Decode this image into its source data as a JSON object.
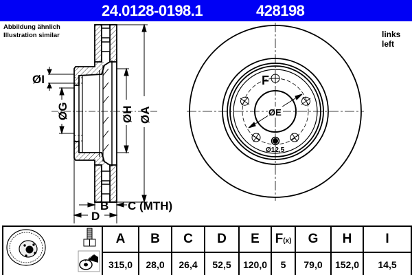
{
  "header": {
    "part_number": "24.0128-0198.1",
    "reference_number": "428198",
    "background_color": "#0000f5",
    "text_color": "#ffffff"
  },
  "note": {
    "line1": "Abbildung ähnlich",
    "line2": "Illustration similar"
  },
  "side": {
    "line1": "links",
    "line2": "left"
  },
  "drawing": {
    "side_view_labels": {
      "diameter_I": "ØI",
      "diameter_G": "ØG",
      "diameter_H": "ØH",
      "diameter_A": "ØA",
      "width_B": "B",
      "thickness_C": "C (MTH)",
      "depth_D": "D"
    },
    "front_view_labels": {
      "bolt_count": "F",
      "bolt_circle": "ØE",
      "hole_diameter": "Ø12,5"
    }
  },
  "spec_table": {
    "icons": [
      "brake-disc-icon",
      "bolt-icon",
      "spray-icon"
    ],
    "columns": [
      {
        "key": "A",
        "label": "A",
        "value": "315,0"
      },
      {
        "key": "B",
        "label": "B",
        "value": "28,0"
      },
      {
        "key": "C",
        "label": "C",
        "value": "26,4"
      },
      {
        "key": "D",
        "label": "D",
        "value": "52,5"
      },
      {
        "key": "E",
        "label": "E",
        "value": "120,0"
      },
      {
        "key": "F",
        "label": "F",
        "label_suffix": "(x)",
        "value": "5"
      },
      {
        "key": "G",
        "label": "G",
        "value": "79,0"
      },
      {
        "key": "H",
        "label": "H",
        "value": "152,0"
      },
      {
        "key": "I",
        "label": "I",
        "value": "14,5"
      }
    ]
  }
}
